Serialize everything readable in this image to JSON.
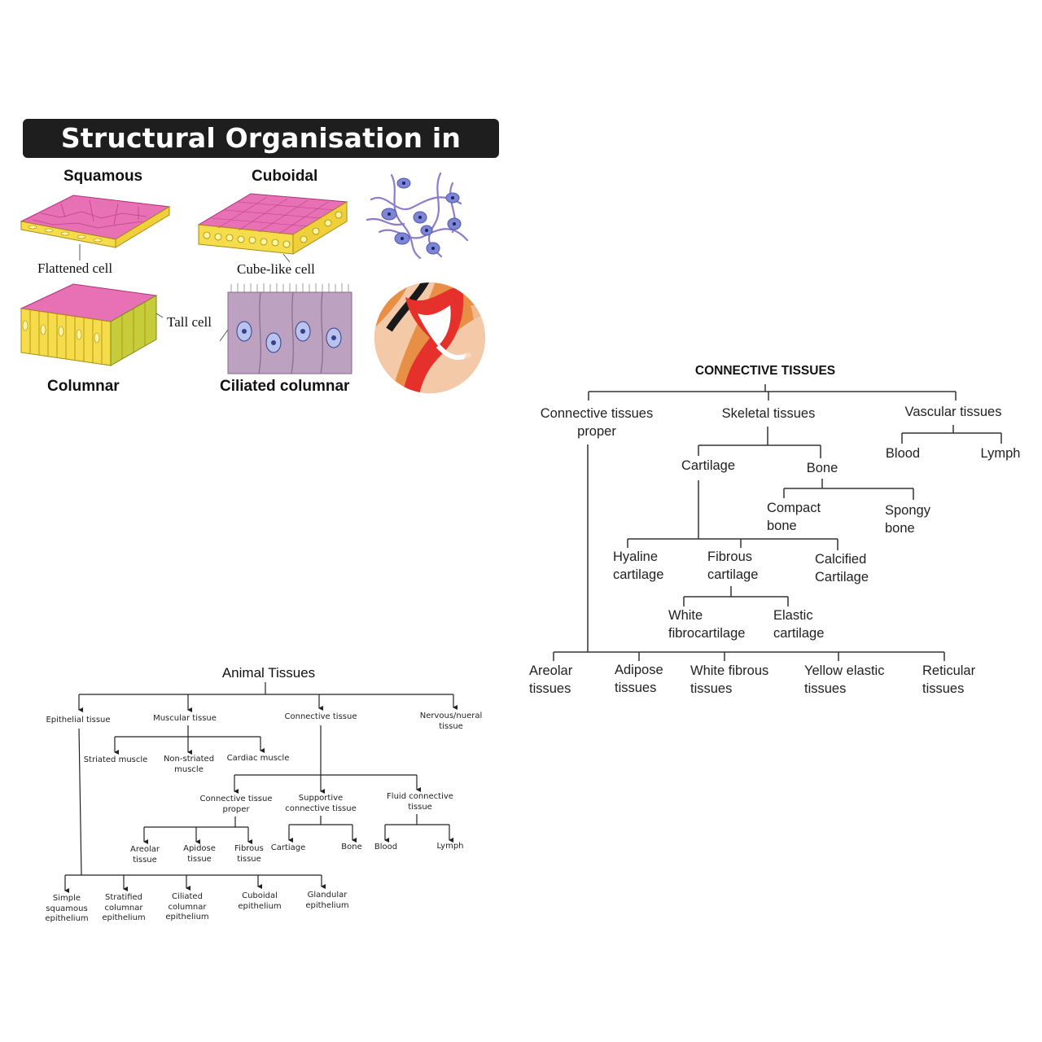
{
  "banner": {
    "title": "Structural Organisation in Animals"
  },
  "epithelium": {
    "squamous": "Squamous",
    "cuboidal": "Cuboidal",
    "flattened_cell": "Flattened cell",
    "cube_like_cell": "Cube-like cell",
    "tall_cell": "Tall cell",
    "columnar": "Columnar",
    "ciliated_columnar": "Ciliated columnar"
  },
  "colors": {
    "pink": "#e05aa8",
    "pink_light": "#f2a6cf",
    "yellow": "#f5dc4a",
    "cell_purple": "#7d86d6",
    "joint_orange": "#e88f46",
    "joint_red": "#e5302c",
    "banner_bg": "#1e1e1e"
  },
  "connective": {
    "title": "CONNECTIVE TISSUES",
    "proper_1": "Connective tissues",
    "proper_2": "proper",
    "skeletal": "Skeletal tissues",
    "vascular": "Vascular tissues",
    "blood": "Blood",
    "lymph": "Lymph",
    "cartilage": "Cartilage",
    "bone": "Bone",
    "compact_1": "Compact",
    "compact_2": "bone",
    "spongy_1": "Spongy",
    "spongy_2": "bone",
    "hyaline_1": "Hyaline",
    "hyaline_2": "cartilage",
    "fibrous_1": "Fibrous",
    "fibrous_2": "cartilage",
    "calcified_1": "Calcified",
    "calcified_2": "Cartilage",
    "white_1": "White",
    "white_2": "fibrocartilage",
    "elastic_1": "Elastic",
    "elastic_2": "cartilage",
    "areolar_1": "Areolar",
    "areolar_2": "tissues",
    "adipose_1": "Adipose",
    "adipose_2": "tissues",
    "whitefib_1": "White fibrous",
    "whitefib_2": "tissues",
    "yellow_1": "Yellow elastic",
    "yellow_2": "tissues",
    "reticular_1": "Reticular",
    "reticular_2": "tissues"
  },
  "animal": {
    "title": "Animal Tissues",
    "epithelial": "Epithelial tissue",
    "muscular": "Muscular tissue",
    "connective": "Connective tissue",
    "nervous_1": "Nervous/nueral",
    "nervous_2": "tissue",
    "striated": "Striated muscle",
    "nonstriated_1": "Non-striated",
    "nonstriated_2": "muscle",
    "cardiac": "Cardiac muscle",
    "ctp_1": "Connective tissue",
    "ctp_2": "proper",
    "supportive_1": "Supportive",
    "supportive_2": "connective tissue",
    "fluid_1": "Fluid connective",
    "fluid_2": "tissue",
    "areolar_1": "Areolar",
    "areolar_2": "tissue",
    "apidose_1": "Apidose",
    "apidose_2": "tissue",
    "fibrous_1": "Fibrous",
    "fibrous_2": "tissue",
    "cartiage": "Cartiage",
    "bone": "Bone",
    "blood": "Blood",
    "lymph": "Lymph",
    "simple_1": "Simple",
    "simple_2": "squamous",
    "simple_3": "epithelium",
    "stratified_1": "Stratified",
    "stratified_2": "columnar",
    "stratified_3": "epithelium",
    "ciliated_1": "Ciliated",
    "ciliated_2": "columnar",
    "ciliated_3": "epithelium",
    "cuboidal_1": "Cuboidal",
    "cuboidal_2": "epithelium",
    "glandular_1": "Glandular",
    "glandular_2": "epithelium"
  }
}
